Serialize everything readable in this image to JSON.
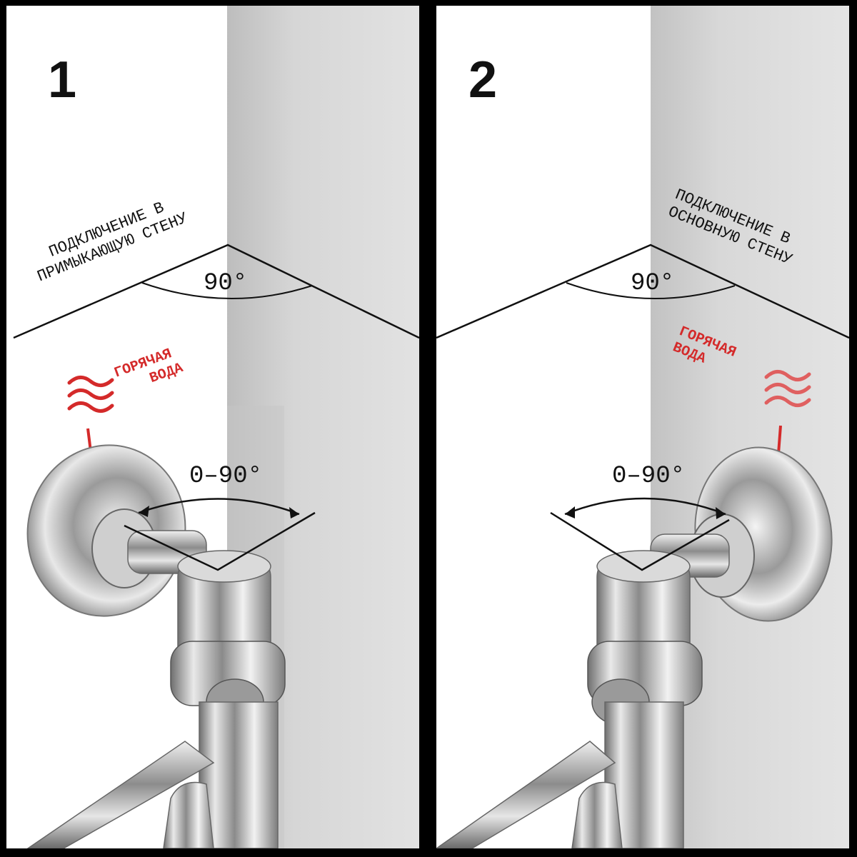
{
  "panels": [
    {
      "number": "1",
      "label_line1": "ПОДКЛЮЧЕНИЕ В",
      "label_line2": "ПРИМЫКАЮЩУЮ СТЕНУ",
      "hot_line1": "ГОРЯЧАЯ",
      "hot_line2": "ВОДА",
      "corner_angle": "90°",
      "swivel_angle": "0–90°"
    },
    {
      "number": "2",
      "label_line1": "ПОДКЛЮЧЕНИЕ В",
      "label_line2": "ОСНОВНУЮ СТЕНУ",
      "hot_line1": "ГОРЯЧАЯ",
      "hot_line2": "ВОДА",
      "corner_angle": "90°",
      "swivel_angle": "0–90°"
    }
  ],
  "colors": {
    "border": "#000000",
    "left_wall": "#ffffff",
    "right_wall": "#d4d4d4",
    "hot_water": "#d42a2a",
    "chrome": "#b8b8b8"
  }
}
